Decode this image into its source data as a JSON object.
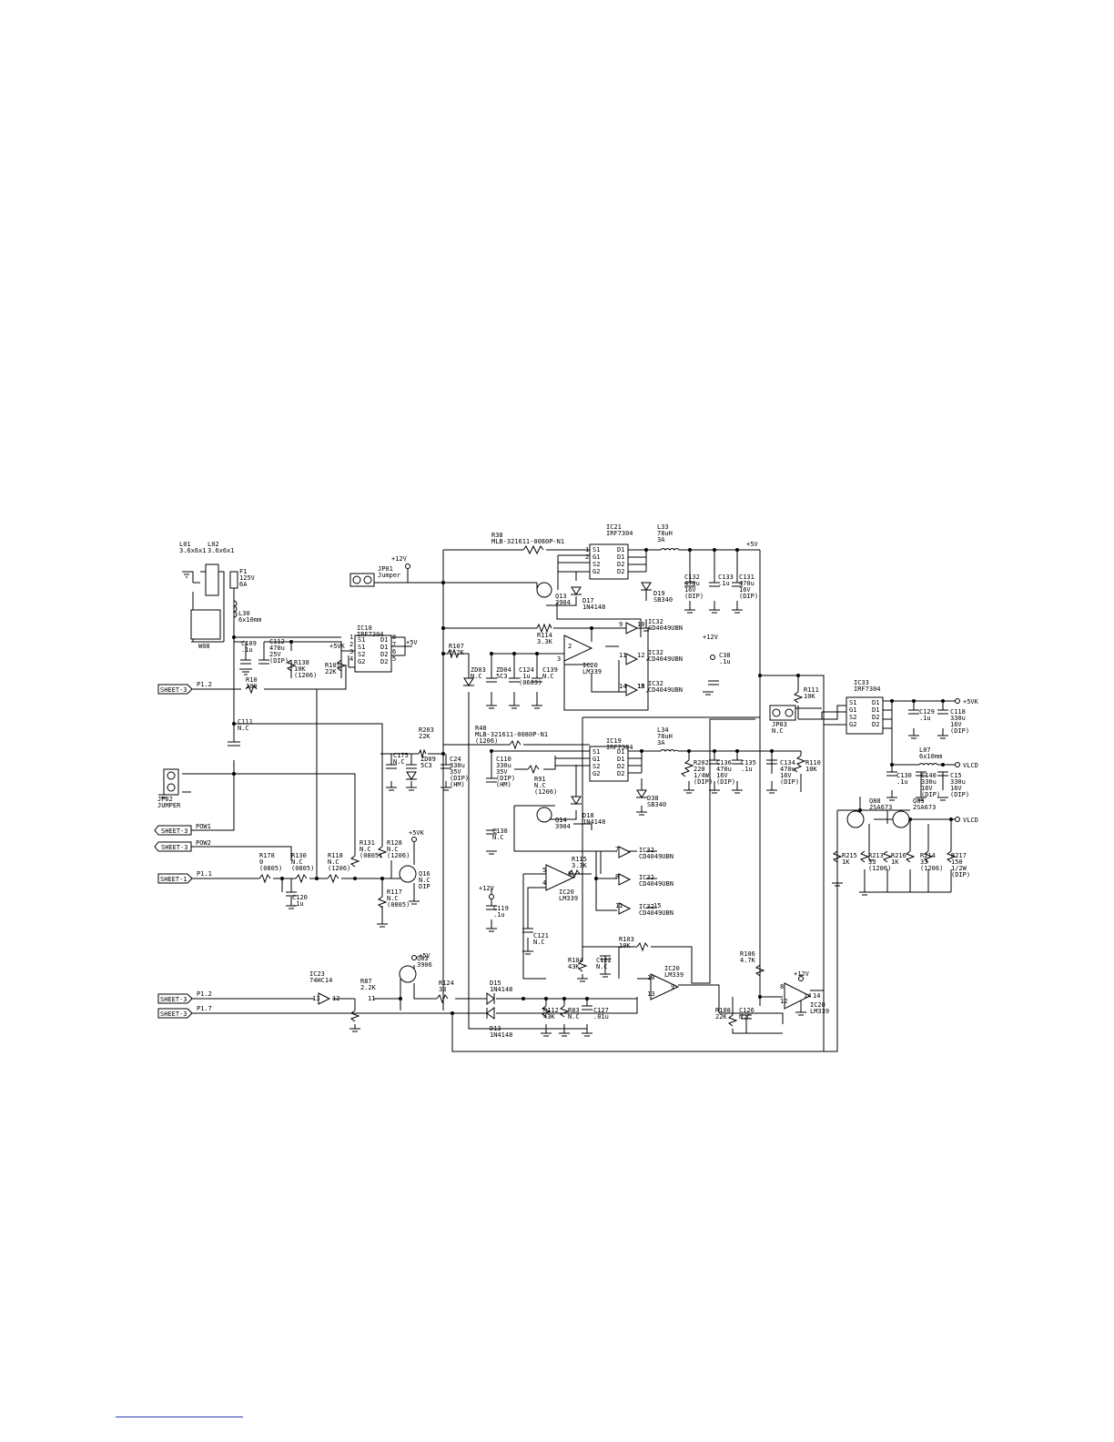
{
  "labels": {
    "l01": [
      "L01",
      "3.6x6x1"
    ],
    "l02": [
      "L02",
      "3.6x6x1"
    ],
    "f1": [
      "F1",
      "125V",
      "6A"
    ],
    "l30": [
      "L30",
      "6x10mm"
    ],
    "w08": [
      "W08"
    ],
    "c109": [
      "C109",
      ".1u"
    ],
    "c112": [
      "C112",
      "470u",
      "25V",
      "(DIP)"
    ],
    "r138": [
      "R138",
      "10K",
      "(1206)"
    ],
    "r10": [
      "R10",
      "100"
    ],
    "r105": [
      "R105",
      "22K"
    ],
    "jp01": [
      "JP01",
      "Jumper"
    ],
    "plus12v_a": [
      "+12V"
    ],
    "ic18": [
      "IC18",
      "IRF7304"
    ],
    "plus5v_a": [
      "+5V"
    ],
    "plus5vk_a": [
      "+5VK"
    ],
    "c111": [
      "C111",
      "N.C"
    ],
    "jp02": [
      "JP02",
      "JUMPER"
    ],
    "r178": [
      "R178",
      "0",
      "(0805)"
    ],
    "r130": [
      "R130",
      "N.C",
      "(0805)"
    ],
    "r118": [
      "R118",
      "N.C",
      "(1206)"
    ],
    "r131": [
      "R131",
      "N.C",
      "(0805)"
    ],
    "r128": [
      "R128",
      "N.C",
      "(1206)"
    ],
    "c120": [
      "C120",
      ".1u"
    ],
    "r117": [
      "R117",
      "N.C",
      "(0805)"
    ],
    "q16": [
      "Q16",
      "N.C",
      "DIP"
    ],
    "plus5vk_b": [
      "+5VK"
    ],
    "r38": [
      "R38",
      "MLB-321611-0080P-N1"
    ],
    "ic21": [
      "IC21",
      "IRF7304"
    ],
    "l33": [
      "L33",
      "78uH",
      "3A"
    ],
    "plus5v_b": [
      "+5V"
    ],
    "q13": [
      "Q13",
      "3904"
    ],
    "d17": [
      "D17",
      "1N4148"
    ],
    "d19": [
      "D19",
      "SB340"
    ],
    "c132": [
      "C132",
      "470u",
      "16V",
      "(DIP)"
    ],
    "c133": [
      "C133",
      ".1u"
    ],
    "c131": [
      "C131",
      "470u",
      "16V",
      "(DIP)"
    ],
    "r114": [
      "R114",
      "3.3K"
    ],
    "r107": [
      "R107",
      "2.2K"
    ],
    "zd03": [
      "ZD03",
      "N.C"
    ],
    "zd04": [
      "ZD04",
      "5C3"
    ],
    "c124": [
      "C124",
      ".1u",
      "(0603)"
    ],
    "c139": [
      "C139",
      "N.C"
    ],
    "ic20a": [
      "IC20",
      "LM339"
    ],
    "ic32a": [
      "IC32",
      "CD4049UBN"
    ],
    "ic32b": [
      "IC32",
      "CD4049UBN"
    ],
    "ic32c": [
      "IC32",
      "CD4049UBN"
    ],
    "plus12v_b": [
      "+12V"
    ],
    "c38": [
      "C38",
      ".1u"
    ],
    "r111": [
      "R111",
      "10K"
    ],
    "ic33": [
      "IC33",
      "IRF7304"
    ],
    "jp03": [
      "JP03",
      "N.C"
    ],
    "c129": [
      "C129",
      ".1u"
    ],
    "c118": [
      "C118",
      "330u",
      "16V",
      "(DIP)"
    ],
    "out_5vk": [
      "+5VK"
    ],
    "l07": [
      "L07",
      "6x10mm"
    ],
    "out_vlcd": [
      "VLCD"
    ],
    "c130": [
      "C130",
      ".1u"
    ],
    "c140": [
      "C140",
      "330u",
      "16V",
      "(DIP)"
    ],
    "c15": [
      "C15",
      "330u",
      "16V",
      "(DIP)"
    ],
    "r203": [
      "R203",
      "22K"
    ],
    "c175": [
      "C175",
      "N.C"
    ],
    "zd09": [
      "ZD09",
      "5C3"
    ],
    "c24": [
      "C24",
      "330u",
      "35V",
      "(DIP)",
      "(HM)"
    ],
    "r40": [
      "R40",
      "MLB-321611-0080P-N1",
      "(1206)"
    ],
    "ic19": [
      "IC19",
      "IRF7304"
    ],
    "l34": [
      "L34",
      "78uH",
      "3A"
    ],
    "c110": [
      "C110",
      "330u",
      "35V",
      "(DIP)",
      "(HM)"
    ],
    "r91": [
      "R91",
      "N.C",
      "(1206)"
    ],
    "r202": [
      "R202",
      "220",
      "1/4W",
      "(DIP)"
    ],
    "c136": [
      "C136",
      "470u",
      "16V",
      "(DIP)"
    ],
    "c135": [
      "C135",
      ".1u"
    ],
    "c134": [
      "C134",
      "470u",
      "16V",
      "(DIP)"
    ],
    "r110": [
      "R110",
      "10K"
    ],
    "d38": [
      "D38",
      "SB340"
    ],
    "q14": [
      "Q14",
      "3904"
    ],
    "d18": [
      "D18",
      "1N4148"
    ],
    "c138": [
      "C138",
      "N.C"
    ],
    "ic32d": [
      "IC32",
      "CD4049UBN"
    ],
    "ic32e": [
      "IC32",
      "CD4049UBN"
    ],
    "ic32f": [
      "IC32",
      "CD4049UBN"
    ],
    "r115": [
      "R115",
      "3.3K"
    ],
    "ic20b": [
      "IC20",
      "LM339"
    ],
    "plus12v_c": [
      "+12V"
    ],
    "c119": [
      "C119",
      ".1u"
    ],
    "c121": [
      "C121",
      "N.C"
    ],
    "r103": [
      "R103",
      "10K"
    ],
    "r104": [
      "R104",
      "43K"
    ],
    "c122": [
      "C122",
      "N.C"
    ],
    "ic20c": [
      "IC20",
      "LM339"
    ],
    "r106": [
      "R106",
      "4.7K"
    ],
    "plus12v_d": [
      "+12V"
    ],
    "ic20d": [
      "IC20",
      "LM339"
    ],
    "r108": [
      "R108",
      "22K"
    ],
    "c126": [
      "C126",
      "N.C"
    ],
    "ic23": [
      "IC23",
      "74HC14"
    ],
    "r87": [
      "R87",
      "2.2K"
    ],
    "q83": [
      "Q83",
      "3906"
    ],
    "plus5v_c": [
      "+5V"
    ],
    "r124": [
      "R124",
      "33"
    ],
    "d15": [
      "D15",
      "1N4148"
    ],
    "d13": [
      "D13",
      "1N4148"
    ],
    "r112": [
      "R112",
      "43K"
    ],
    "r83": [
      "R83",
      "N.C"
    ],
    "c127": [
      "C127",
      ".01u"
    ],
    "q88": [
      "Q88",
      "2SA673"
    ],
    "q89": [
      "Q89",
      "2SA673"
    ],
    "out_vlcd2": [
      "VLCD"
    ],
    "r215": [
      "R215",
      "1K"
    ],
    "r213": [
      "R213",
      "33",
      "(1206)"
    ],
    "r216": [
      "R216",
      "1K"
    ],
    "r214": [
      "R214",
      "33",
      "(1206)"
    ],
    "r217": [
      "R217",
      "150",
      "1/2W",
      "(DIP)"
    ],
    "ic18_pins": [
      "S1",
      "S1",
      "S2",
      "G2",
      "D1",
      "D1",
      "D2",
      "D2"
    ],
    "ic21_pins": [
      "S1",
      "G1",
      "S2",
      "G2",
      "D1",
      "D1",
      "D2",
      "D2"
    ],
    "ic19_pins": [
      "S1",
      "G1",
      "S2",
      "G2",
      "D1",
      "D1",
      "D2",
      "D2"
    ],
    "ic33_pins": [
      "S1",
      "G1",
      "S2",
      "G2",
      "D1",
      "D1",
      "D2",
      "D2"
    ],
    "pinnums": [
      "1",
      "2",
      "3",
      "4",
      "8",
      "7",
      "6",
      "5",
      "9",
      "10",
      "11",
      "12",
      "14",
      "15",
      "16",
      "13",
      "2",
      "3",
      "5",
      "4",
      "6",
      "7",
      "8",
      "11",
      "10",
      "13",
      "9",
      "8",
      "12",
      "14",
      "1",
      "2",
      "13",
      "12",
      "11",
      "14",
      "15"
    ]
  },
  "connectors": {
    "sheet3_p12": {
      "tag": "SHEET-3",
      "net": "P1.2"
    },
    "sheet3_pow1": {
      "tag": "SHEET-3",
      "net": "POW1"
    },
    "sheet3_pow2": {
      "tag": "SHEET-3",
      "net": "POW2"
    },
    "sheet1_p11": {
      "tag": "SHEET-1",
      "net": "P1.1"
    },
    "sheet3_p12b": {
      "tag": "SHEET-3",
      "net": "P1.2"
    },
    "sheet3_p17": {
      "tag": "SHEET-3",
      "net": "P1.7"
    }
  }
}
